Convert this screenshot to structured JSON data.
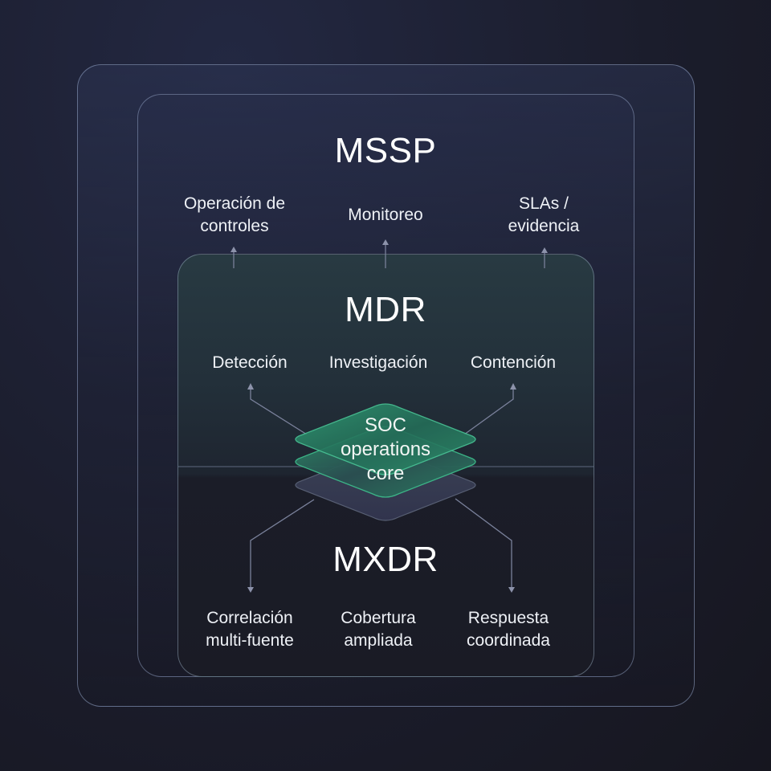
{
  "diagram": {
    "layers": {
      "mssp": {
        "title": "MSSP",
        "items": [
          {
            "line1": "Operación de",
            "line2": "controles"
          },
          {
            "line1": "Monitoreo",
            "line2": ""
          },
          {
            "line1": "SLAs /",
            "line2": "evidencia"
          }
        ]
      },
      "mdr": {
        "title": "MDR",
        "items": [
          "Detección",
          "Investigación",
          "Contención"
        ]
      },
      "mxdr": {
        "title": "MXDR",
        "items": [
          {
            "line1": "Correlación",
            "line2": "multi-fuente"
          },
          {
            "line1": "Cobertura",
            "line2": "ampliada"
          },
          {
            "line1": "Respuesta",
            "line2": "coordinada"
          }
        ]
      }
    },
    "core": {
      "line1": "SOC",
      "line2": "operations",
      "line3": "core"
    },
    "colors": {
      "core_green": "#2a8a67",
      "core_gray": "#3a3f55",
      "line": "#8a90a8"
    }
  }
}
